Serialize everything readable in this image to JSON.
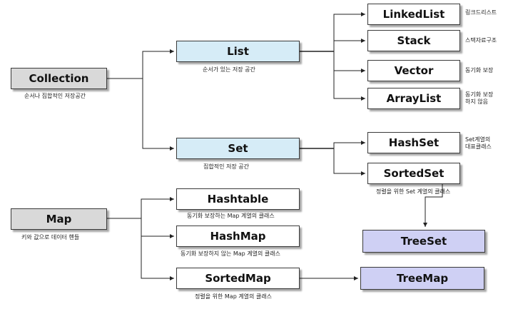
{
  "nodes": {
    "collection": {
      "label": "Collection",
      "caption": "순서나 집합적인 저장공간"
    },
    "list": {
      "label": "List",
      "caption": "순서가 있는 저장 공간"
    },
    "set": {
      "label": "Set",
      "caption": "집합적인 저장 공간"
    },
    "linkedlist": {
      "label": "LinkedList",
      "note": "링크드리스트"
    },
    "stack": {
      "label": "Stack",
      "note": "스택자료구조"
    },
    "vector": {
      "label": "Vector",
      "note": "동기화 보장"
    },
    "arraylist": {
      "label": "ArrayList",
      "note_line1": "동기화 보장",
      "note_line2": "하지 않음"
    },
    "hashset": {
      "label": "HashSet",
      "note_line1": "Set계열의",
      "note_line2": "대표클래스"
    },
    "sortedset": {
      "label": "SortedSet",
      "caption": "정렬을 위한 Set 계열의 클래스"
    },
    "treeset": {
      "label": "TreeSet"
    },
    "map": {
      "label": "Map",
      "caption": "키와 값으로 데이터 핸들"
    },
    "hashtable": {
      "label": "Hashtable",
      "caption": "동기화 보장하는 Map 계열의 클래스"
    },
    "hashmap": {
      "label": "HashMap",
      "caption": "동기화 보장하지 않는 Map 계열의 클래스"
    },
    "sortedmap": {
      "label": "SortedMap",
      "caption": "정렬을 위한 Map 계열의 클래스"
    },
    "treemap": {
      "label": "TreeMap"
    }
  },
  "colors": {
    "root_fill": "#d9d9d9",
    "interface_fill": "#d6ecf7",
    "class_fill": "#ffffff",
    "leaf_fill": "#cfd0f4",
    "line": "#222222"
  }
}
